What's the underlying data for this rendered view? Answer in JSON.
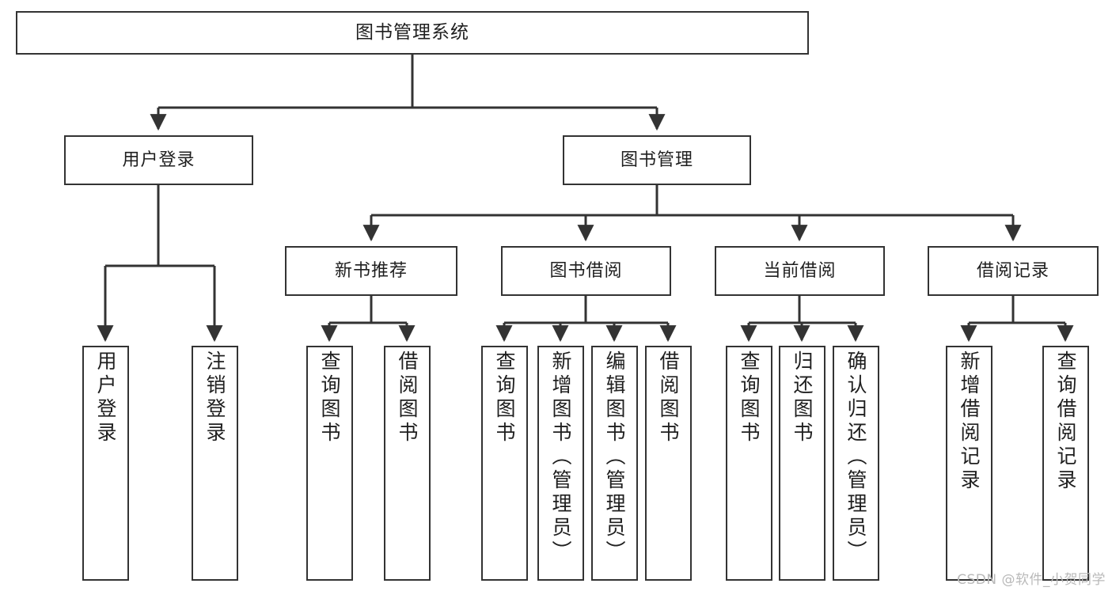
{
  "diagram": {
    "title": "图书管理系统",
    "type": "tree-hierarchy",
    "watermark": "CSDN @软件_小贺同学",
    "colors": {
      "stroke": "#333333",
      "fill": "#ffffff",
      "text": "#1f1f1f",
      "watermark": "#b9b9b9"
    },
    "nodes": {
      "root": {
        "label": "图书管理系统"
      },
      "level2": [
        {
          "id": "user-login",
          "label": "用户登录"
        },
        {
          "id": "book-manage",
          "label": "图书管理"
        }
      ],
      "level3": [
        {
          "id": "new-book-recommend",
          "label": "新书推荐"
        },
        {
          "id": "book-borrow",
          "label": "图书借阅"
        },
        {
          "id": "current-borrow",
          "label": "当前借阅"
        },
        {
          "id": "borrow-record",
          "label": "借阅记录"
        }
      ],
      "leaves": {
        "user-login": [
          {
            "id": "leaf-user-login",
            "label": "用户登录"
          },
          {
            "id": "leaf-logout",
            "label": "注销登录"
          }
        ],
        "new-book-recommend": [
          {
            "id": "leaf-query-book-1",
            "label": "查询图书"
          },
          {
            "id": "leaf-borrow-book-1",
            "label": "借阅图书"
          }
        ],
        "book-borrow": [
          {
            "id": "leaf-query-book-2",
            "label": "查询图书"
          },
          {
            "id": "leaf-add-book",
            "label": "新增图书（管理员）"
          },
          {
            "id": "leaf-edit-book",
            "label": "编辑图书（管理员）"
          },
          {
            "id": "leaf-borrow-book-2",
            "label": "借阅图书"
          }
        ],
        "current-borrow": [
          {
            "id": "leaf-query-book-3",
            "label": "查询图书"
          },
          {
            "id": "leaf-return-book",
            "label": "归还图书"
          },
          {
            "id": "leaf-confirm-return",
            "label": "确认归还（管理员）"
          }
        ],
        "borrow-record": [
          {
            "id": "leaf-add-record",
            "label": "新增借阅记录"
          },
          {
            "id": "leaf-query-record",
            "label": "查询借阅记录"
          }
        ]
      }
    }
  }
}
